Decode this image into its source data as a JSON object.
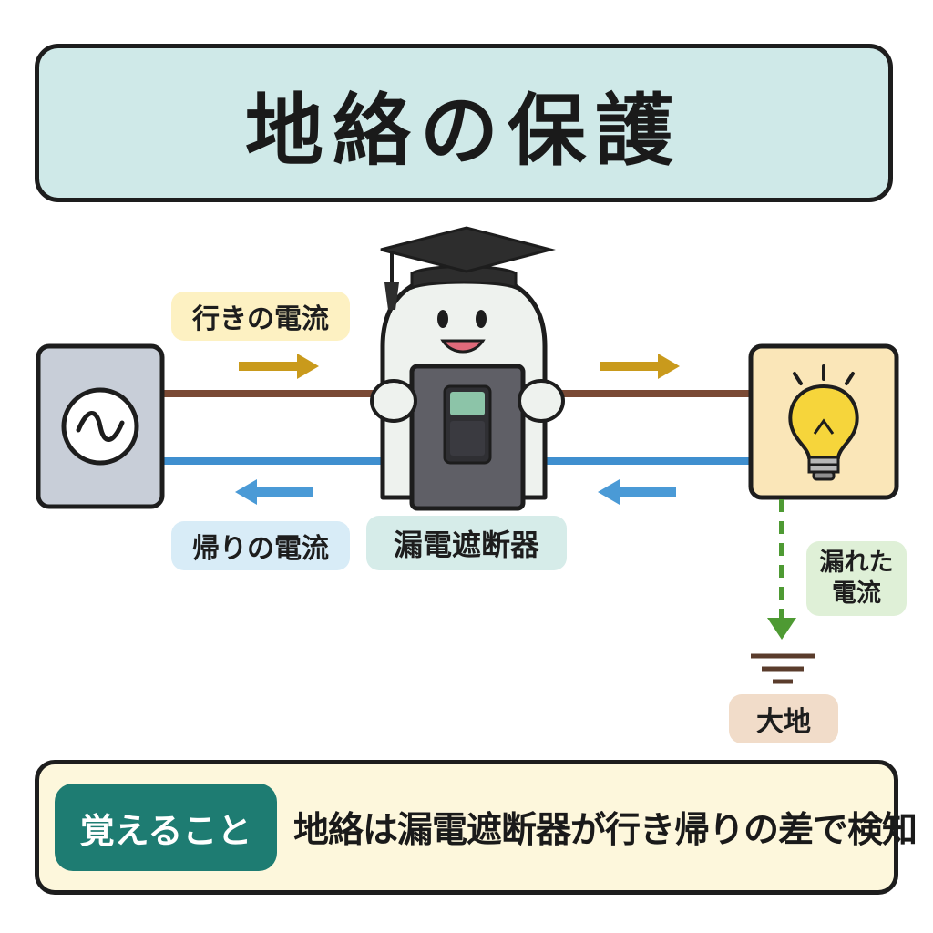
{
  "title": "地絡の保護",
  "labels": {
    "going_current": "行きの電流",
    "return_current": "帰りの電流",
    "breaker": "漏電遮断器",
    "leak_line1": "漏れた",
    "leak_line2": "電流",
    "earth": "大地"
  },
  "memo": {
    "badge": "覚えること",
    "text": "地絡は漏電遮断器が行き帰りの差で検知"
  },
  "colors": {
    "go_line": "#7a4a35",
    "return_line": "#3f8fcf",
    "go_arrow": "#c99a1c",
    "return_arrow": "#4a9ad6",
    "leak_arrow": "#4e9a33",
    "accent": "#1e7c72"
  },
  "icons": {
    "source": "ac-source-icon",
    "load": "light-bulb-icon",
    "ground": "ground-symbol-icon",
    "mascot": "graduate-ghost-mascot"
  }
}
